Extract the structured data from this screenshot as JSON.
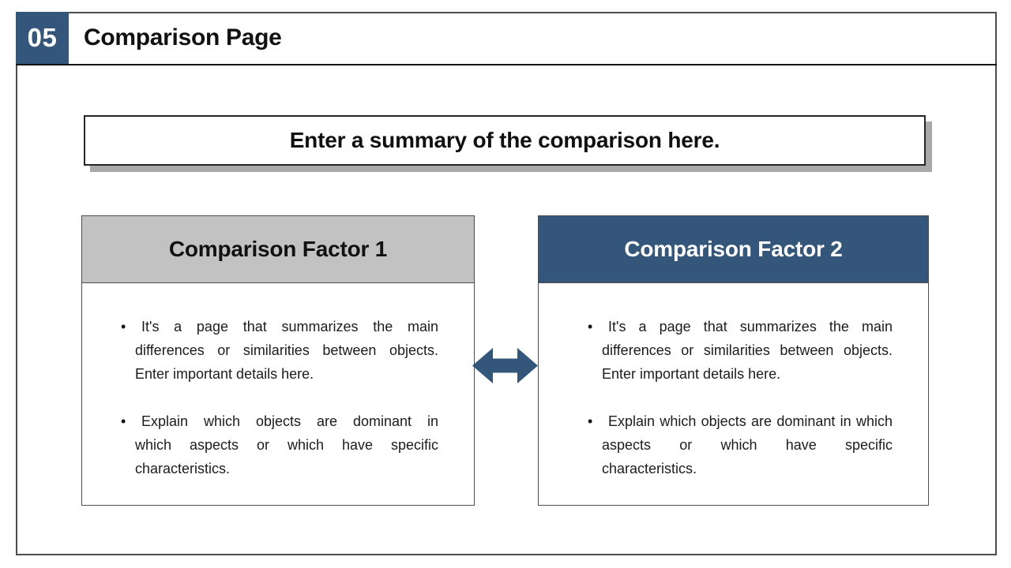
{
  "page": {
    "number": "05",
    "title": "Comparison Page"
  },
  "summary": {
    "text": "Enter a summary of the comparison here."
  },
  "columns": [
    {
      "header": "Comparison Factor 1",
      "style": "gray",
      "bullets": [
        {
          "text": "It's a page that summarizes the main differences or similarities between objects. Enter important details here.",
          "lines": [
            "It's a page that summarizes the main",
            "differences or similarities between objects.",
            "Enter important details here."
          ]
        },
        {
          "text": "Explain which objects are dominant in which aspects or which have specific characteristics.",
          "lines": [
            "Explain which objects are dominant in",
            "which aspects or which have specific",
            "characteristics."
          ]
        }
      ]
    },
    {
      "header": "Comparison Factor 2",
      "style": "blue",
      "bullets": [
        {
          "text": "It's a page that summarizes the main differences or similarities between objects. Enter important details here.",
          "lines": [
            "It's a page that summarizes the main",
            "differences or similarities between objects.",
            "Enter important details here."
          ]
        },
        {
          "text": "Explain which objects are dominant in which aspects or which have specific characteristics.",
          "lines": [
            "Explain which objects are dominant in which",
            "aspects or which have specific",
            "characteristics."
          ]
        }
      ]
    }
  ],
  "glyphs": {
    "bullet": "•"
  },
  "colors": {
    "accent_blue": "#34567a",
    "header_gray": "#c2c2c2",
    "shadow_gray": "#a9a9a9",
    "frame_border": "#4d4d4d"
  }
}
